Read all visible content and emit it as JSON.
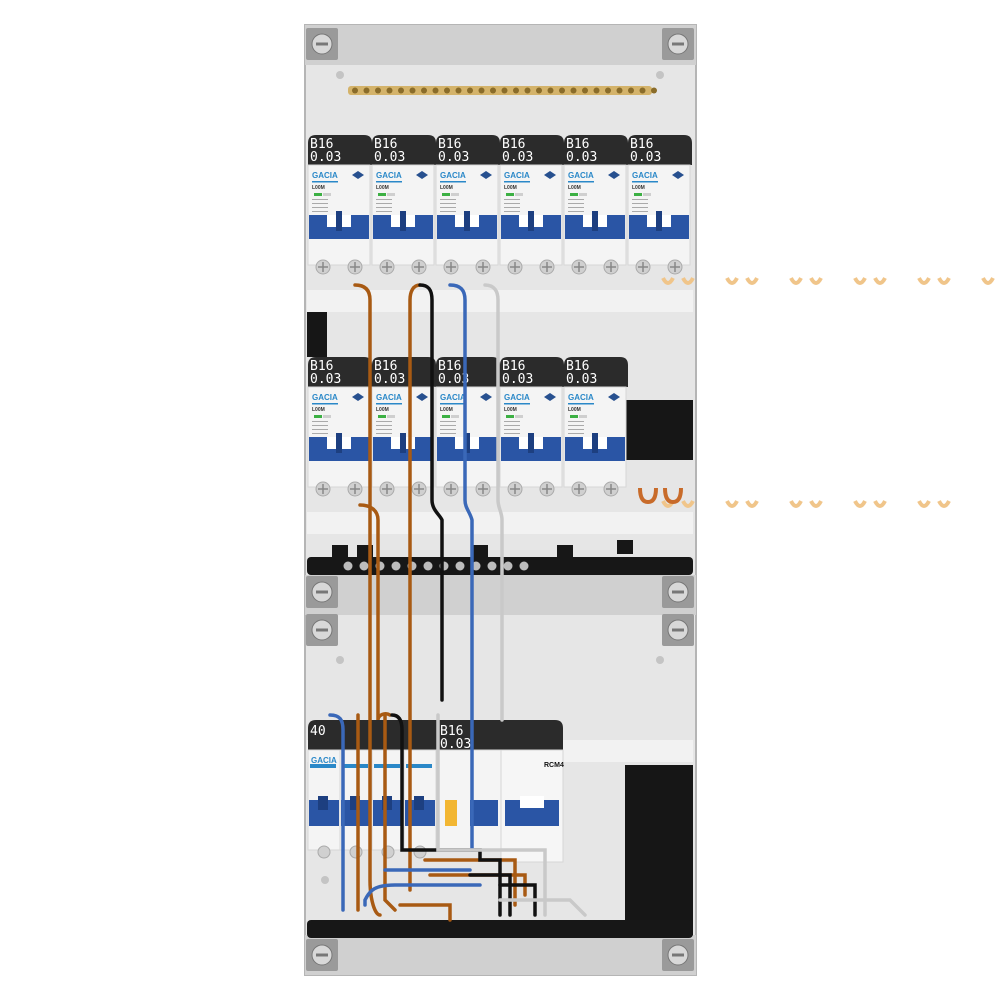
{
  "panel": {
    "row_labels": [
      [
        "B16",
        "0.03"
      ],
      [
        "B16",
        "0.03"
      ],
      [
        "B16",
        "0.03"
      ],
      [
        "B16",
        "0.03"
      ],
      [
        "B16",
        "0.03"
      ],
      [
        "B16",
        "0.03"
      ]
    ],
    "row2_labels": [
      [
        "B16",
        "0.03"
      ],
      [
        "B16",
        "0.03"
      ],
      [
        "B16",
        "0.03"
      ],
      [
        "B16",
        "0.03"
      ],
      [
        "B16",
        "0.03"
      ]
    ],
    "row3_labels": {
      "main": "40",
      "rcbo": [
        "B16",
        "0.03"
      ],
      "rcm": "RCM4"
    }
  },
  "brand": "GACIA",
  "model": "L00M",
  "colors": {
    "enclosure": "#e3e3e3",
    "rail": "#cfcfcf",
    "breaker_blue": "#2a55a5",
    "label_black": "#2b2b2b",
    "wire_brown": "#a85a13",
    "wire_blue": "#3a68b8",
    "wire_black": "#111111",
    "wire_grey": "#c9c9c9",
    "busbar_brass": "#d4b36a"
  }
}
